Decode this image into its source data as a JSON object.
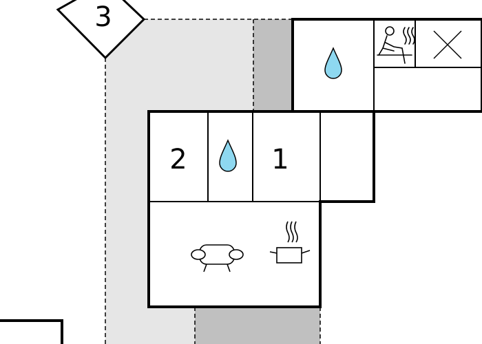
{
  "floorplan": {
    "building_marker": "3",
    "rooms": {
      "bedroom_left": {
        "label": "2"
      },
      "bedroom_right": {
        "label": "1"
      }
    },
    "icons": {
      "bathroom_top": "water-drop-icon",
      "bathroom_middle": "water-drop-icon",
      "sauna": "sauna-icon",
      "storage": "cross-mark-icon",
      "living": "sofa-icon",
      "kitchen": "cooking-pot-icon"
    },
    "colors": {
      "wall": "#000000",
      "terrace_light": "#e6e6e6",
      "terrace_dark": "#c0c0c0",
      "water": "#8ed8f0"
    }
  }
}
